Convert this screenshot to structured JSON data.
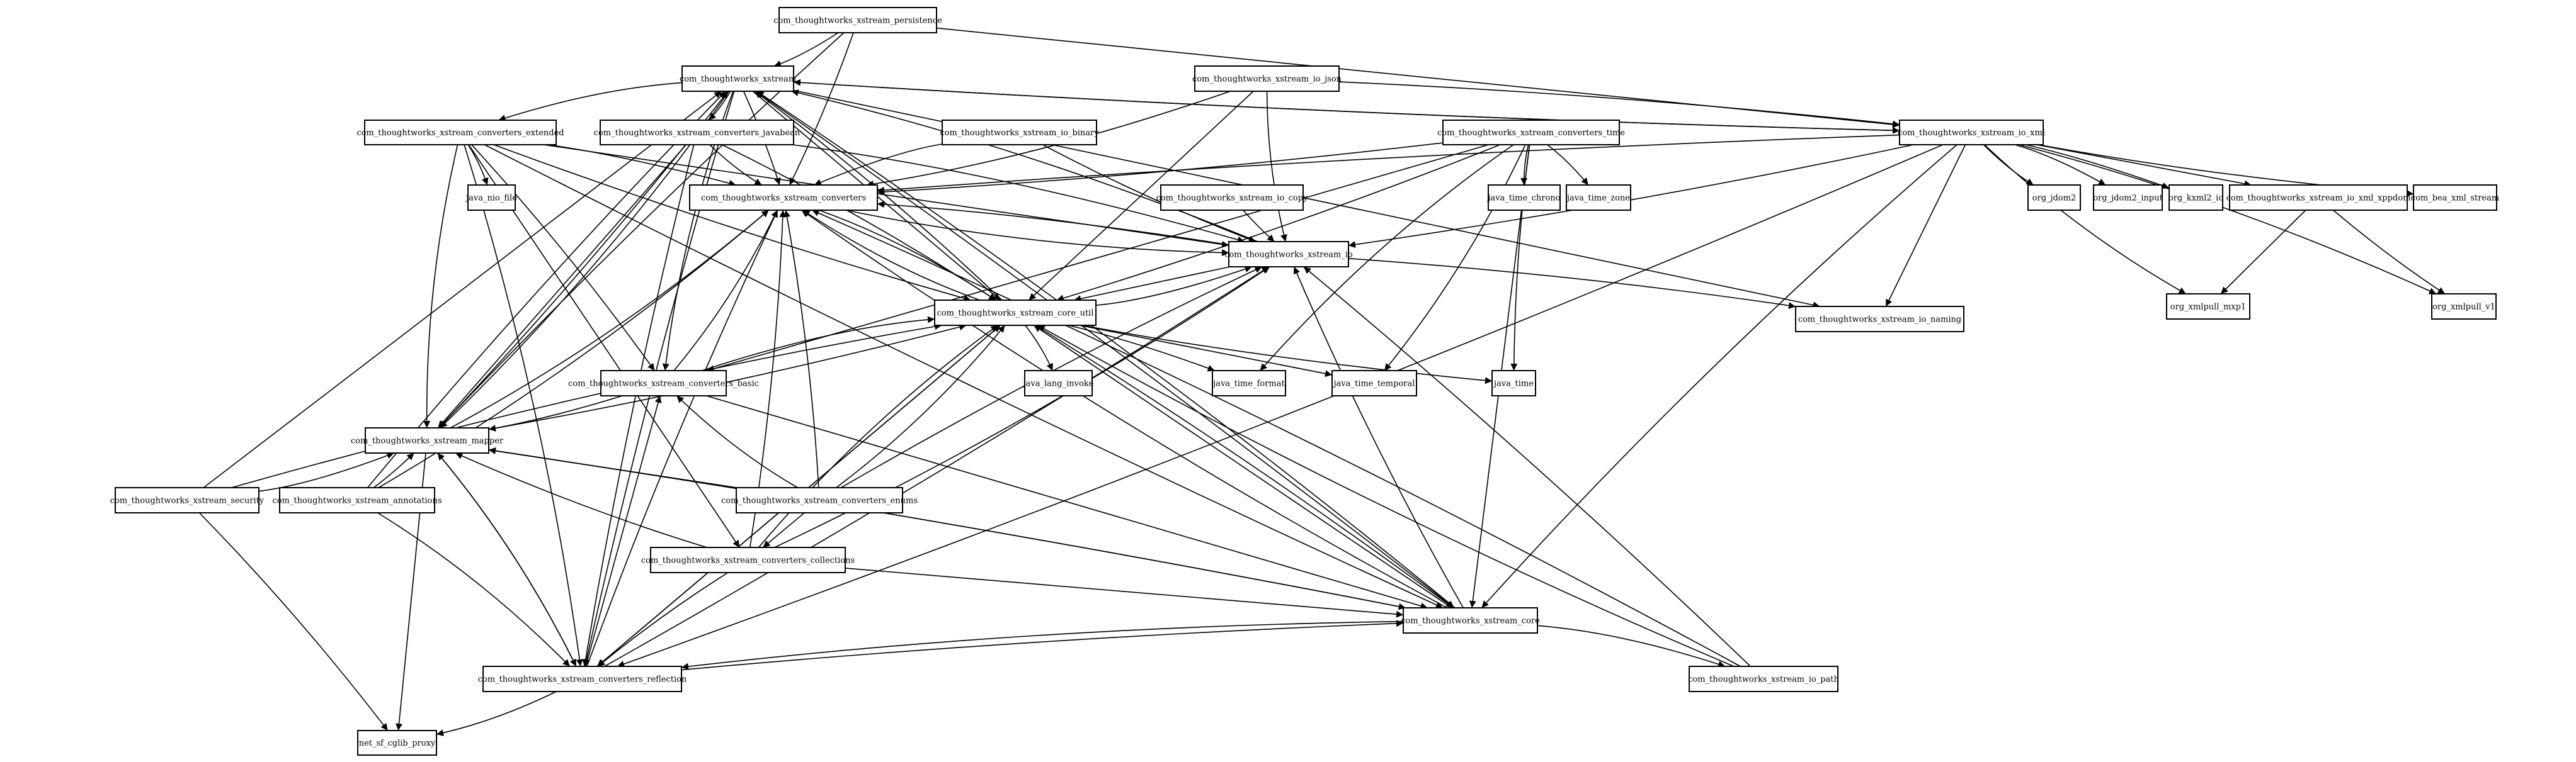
{
  "nodes": [
    {
      "id": "persistence",
      "label": "com_thoughtworks_xstream_persistence"
    },
    {
      "id": "xstream",
      "label": "com_thoughtworks_xstream"
    },
    {
      "id": "io_json",
      "label": "com_thoughtworks_xstream_io_json"
    },
    {
      "id": "io_xml",
      "label": "com_thoughtworks_xstream_io_xml"
    },
    {
      "id": "conv_extended",
      "label": "com_thoughtworks_xstream_converters_extended"
    },
    {
      "id": "conv_javabean",
      "label": "com_thoughtworks_xstream_converters_javabean"
    },
    {
      "id": "io_binary",
      "label": "com_thoughtworks_xstream_io_binary"
    },
    {
      "id": "conv_time",
      "label": "com_thoughtworks_xstream_converters_time"
    },
    {
      "id": "java_nio_file",
      "label": "java_nio_file"
    },
    {
      "id": "converters",
      "label": "com_thoughtworks_xstream_converters"
    },
    {
      "id": "io_copy",
      "label": "com_thoughtworks_xstream_io_copy"
    },
    {
      "id": "java_time_chrono",
      "label": "java_time_chrono"
    },
    {
      "id": "java_time_zone",
      "label": "java_time_zone"
    },
    {
      "id": "org_jdom2",
      "label": "org_jdom2"
    },
    {
      "id": "org_jdom2_input",
      "label": "org_jdom2_input"
    },
    {
      "id": "org_kxml2_io",
      "label": "org_kxml2_io"
    },
    {
      "id": "io_xml_xppdom",
      "label": "com_thoughtworks_xstream_io_xml_xppdom"
    },
    {
      "id": "com_bea",
      "label": "com_bea_xml_stream"
    },
    {
      "id": "io",
      "label": "com_thoughtworks_xstream_io"
    },
    {
      "id": "xmlpull_mxp1",
      "label": "org_xmlpull_mxp1"
    },
    {
      "id": "xmlpull_v1",
      "label": "org_xmlpull_v1"
    },
    {
      "id": "core_util",
      "label": "com_thoughtworks_xstream_core_util"
    },
    {
      "id": "io_naming",
      "label": "com_thoughtworks_xstream_io_naming"
    },
    {
      "id": "conv_basic",
      "label": "com_thoughtworks_xstream_converters_basic"
    },
    {
      "id": "java_lang_invoke",
      "label": "java_lang_invoke"
    },
    {
      "id": "java_time_format",
      "label": "java_time_format"
    },
    {
      "id": "java_time_temporal",
      "label": "java_time_temporal"
    },
    {
      "id": "java_time",
      "label": "java_time"
    },
    {
      "id": "mapper",
      "label": "com_thoughtworks_xstream_mapper"
    },
    {
      "id": "security",
      "label": "com_thoughtworks_xstream_security"
    },
    {
      "id": "annotations",
      "label": "com_thoughtworks_xstream_annotations"
    },
    {
      "id": "conv_enums",
      "label": "com_thoughtworks_xstream_converters_enums"
    },
    {
      "id": "conv_collections",
      "label": "com_thoughtworks_xstream_converters_collections"
    },
    {
      "id": "core",
      "label": "com_thoughtworks_xstream_core"
    },
    {
      "id": "conv_reflection",
      "label": "com_thoughtworks_xstream_converters_reflection"
    },
    {
      "id": "io_path",
      "label": "com_thoughtworks_xstream_io_path"
    },
    {
      "id": "cglib",
      "label": "net_sf_cglib_proxy"
    }
  ],
  "edges": [
    [
      "persistence",
      "xstream"
    ],
    [
      "persistence",
      "converters"
    ],
    [
      "persistence",
      "io_xml"
    ],
    [
      "persistence",
      "mapper"
    ],
    [
      "xstream",
      "conv_extended"
    ],
    [
      "xstream",
      "conv_javabean"
    ],
    [
      "xstream",
      "converters"
    ],
    [
      "xstream",
      "core_util"
    ],
    [
      "xstream",
      "io_xml"
    ],
    [
      "xstream",
      "conv_basic"
    ],
    [
      "xstream",
      "mapper"
    ],
    [
      "xstream",
      "core"
    ],
    [
      "xstream",
      "io_naming"
    ],
    [
      "xstream",
      "conv_reflection"
    ],
    [
      "io_json",
      "io"
    ],
    [
      "io_json",
      "converters"
    ],
    [
      "io_json",
      "io_xml"
    ],
    [
      "io_json",
      "core_util"
    ],
    [
      "io_binary",
      "io"
    ],
    [
      "io_binary",
      "converters"
    ],
    [
      "conv_extended",
      "java_nio_file"
    ],
    [
      "conv_extended",
      "converters"
    ],
    [
      "conv_extended",
      "io"
    ],
    [
      "conv_extended",
      "core_util"
    ],
    [
      "conv_extended",
      "mapper"
    ],
    [
      "conv_extended",
      "conv_reflection"
    ],
    [
      "conv_extended",
      "conv_basic"
    ],
    [
      "conv_extended",
      "conv_collections"
    ],
    [
      "conv_extended",
      "core"
    ],
    [
      "conv_javabean",
      "converters"
    ],
    [
      "conv_javabean",
      "io"
    ],
    [
      "conv_javabean",
      "core_util"
    ],
    [
      "conv_javabean",
      "mapper"
    ],
    [
      "conv_javabean",
      "conv_reflection"
    ],
    [
      "conv_time",
      "java_time_chrono"
    ],
    [
      "conv_time",
      "java_time_zone"
    ],
    [
      "conv_time",
      "converters"
    ],
    [
      "conv_time",
      "conv_basic"
    ],
    [
      "conv_time",
      "java_time"
    ],
    [
      "conv_time",
      "java_time_format"
    ],
    [
      "conv_time",
      "java_time_temporal"
    ],
    [
      "conv_time",
      "core_util"
    ],
    [
      "conv_time",
      "core"
    ],
    [
      "io_copy",
      "io"
    ],
    [
      "io_xml",
      "org_jdom2"
    ],
    [
      "io_xml",
      "org_jdom2_input"
    ],
    [
      "io_xml",
      "org_kxml2_io"
    ],
    [
      "io_xml",
      "io_xml_xppdom"
    ],
    [
      "io_xml",
      "com_bea"
    ],
    [
      "io_xml",
      "xmlpull_mxp1"
    ],
    [
      "io_xml",
      "xmlpull_v1"
    ],
    [
      "io_xml",
      "io"
    ],
    [
      "io_xml",
      "io_naming"
    ],
    [
      "io_xml",
      "converters"
    ],
    [
      "io_xml",
      "core"
    ],
    [
      "io_xml",
      "conv_reflection"
    ],
    [
      "io_xml",
      "xstream"
    ],
    [
      "io_xml_xppdom",
      "xmlpull_mxp1"
    ],
    [
      "io_xml_xppdom",
      "xmlpull_v1"
    ],
    [
      "converters",
      "io"
    ],
    [
      "converters",
      "core_util"
    ],
    [
      "io",
      "io_naming"
    ],
    [
      "io",
      "core_util"
    ],
    [
      "io",
      "converters"
    ],
    [
      "io",
      "xstream"
    ],
    [
      "core_util",
      "java_lang_invoke"
    ],
    [
      "core_util",
      "java_time_format"
    ],
    [
      "core_util",
      "java_time_temporal"
    ],
    [
      "core_util",
      "java_time"
    ],
    [
      "core_util",
      "io"
    ],
    [
      "core_util",
      "converters"
    ],
    [
      "core_util",
      "core"
    ],
    [
      "core_util",
      "conv_reflection"
    ],
    [
      "core_util",
      "xstream"
    ],
    [
      "conv_basic",
      "converters"
    ],
    [
      "conv_basic",
      "core_util"
    ],
    [
      "conv_basic",
      "mapper"
    ],
    [
      "conv_basic",
      "core"
    ],
    [
      "mapper",
      "core_util"
    ],
    [
      "mapper",
      "converters"
    ],
    [
      "mapper",
      "conv_reflection"
    ],
    [
      "mapper",
      "core"
    ],
    [
      "mapper",
      "cglib"
    ],
    [
      "mapper",
      "xstream"
    ],
    [
      "security",
      "mapper"
    ],
    [
      "security",
      "core_util"
    ],
    [
      "security",
      "cglib"
    ],
    [
      "security",
      "xstream"
    ],
    [
      "annotations",
      "mapper"
    ],
    [
      "annotations",
      "converters"
    ],
    [
      "annotations",
      "conv_reflection"
    ],
    [
      "annotations",
      "xstream"
    ],
    [
      "conv_enums",
      "mapper"
    ],
    [
      "conv_enums",
      "converters"
    ],
    [
      "conv_enums",
      "core_util"
    ],
    [
      "conv_enums",
      "conv_basic"
    ],
    [
      "conv_enums",
      "io"
    ],
    [
      "conv_enums",
      "conv_collections"
    ],
    [
      "conv_collections",
      "converters"
    ],
    [
      "conv_collections",
      "io"
    ],
    [
      "conv_collections",
      "core_util"
    ],
    [
      "conv_collections",
      "mapper"
    ],
    [
      "conv_collections",
      "core"
    ],
    [
      "conv_collections",
      "conv_reflection"
    ],
    [
      "core",
      "xstream"
    ],
    [
      "core",
      "converters"
    ],
    [
      "core",
      "io"
    ],
    [
      "core",
      "core_util"
    ],
    [
      "core",
      "mapper"
    ],
    [
      "core",
      "conv_reflection"
    ],
    [
      "core",
      "io_path"
    ],
    [
      "conv_reflection",
      "converters"
    ],
    [
      "conv_reflection",
      "core_util"
    ],
    [
      "conv_reflection",
      "io"
    ],
    [
      "conv_reflection",
      "mapper"
    ],
    [
      "conv_reflection",
      "cglib"
    ],
    [
      "conv_reflection",
      "core"
    ],
    [
      "conv_reflection",
      "conv_basic"
    ],
    [
      "io_path",
      "io"
    ],
    [
      "io_path",
      "converters"
    ],
    [
      "io_path",
      "core_util"
    ]
  ]
}
